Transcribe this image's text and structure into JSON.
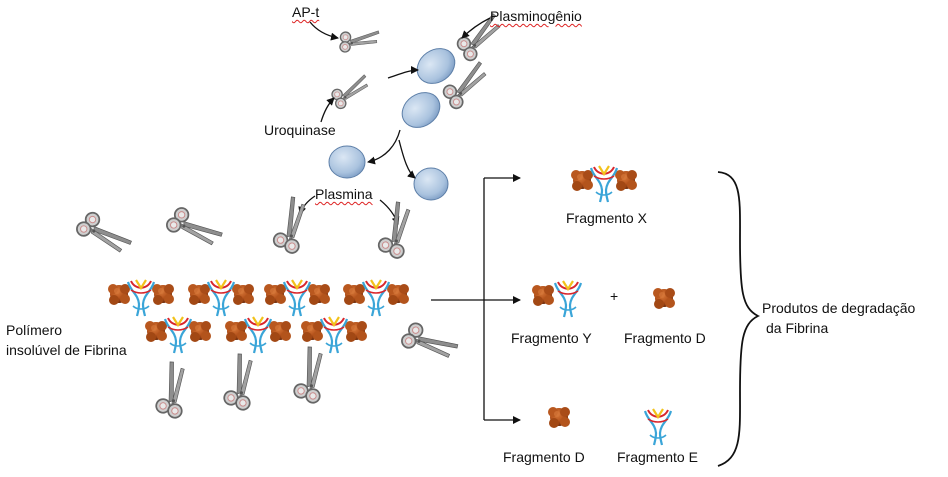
{
  "labels": {
    "apt": "AP-t",
    "plasminogen": "Plasminogênio",
    "urokinase": "Uroquinase",
    "plasmin": "Plasmina",
    "polymer_line1": "Polímero",
    "polymer_line2": "insolúvel de Fibrina",
    "frag_x": "Fragmento X",
    "frag_y": "Fragmento Y",
    "plus": "+",
    "frag_d1": "Fragmento D",
    "frag_d2": "Fragmento D",
    "frag_e": "Fragmento E",
    "products_line1": "Produtos de degradação",
    "products_line2": "da Fibrina"
  },
  "colors": {
    "globule": "#b5531c",
    "globule_dark": "#7a3210",
    "chain_blue": "#3aa5d8",
    "chain_red": "#d8262c",
    "chain_yellow": "#f2c21b",
    "plasmin_fill": "#aac4e0",
    "plasmin_stroke": "#5d7fa8",
    "scissors": "#8a8a8a",
    "scissors_ring": "#c98a8a"
  },
  "icons": [
    "scissors-icon",
    "fibrin-unit-icon",
    "globule-icon",
    "plasmin-ellipse-icon"
  ]
}
